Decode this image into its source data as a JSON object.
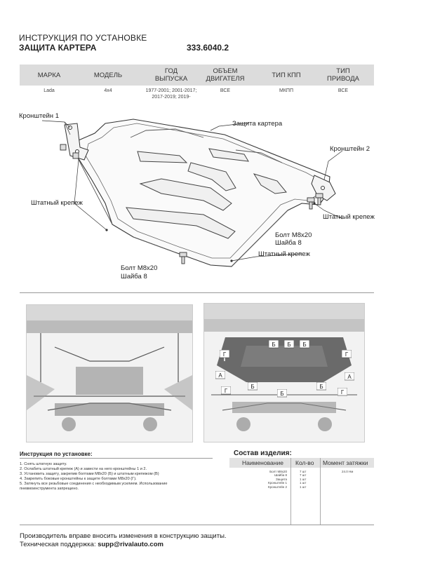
{
  "header": {
    "title": "ИНСТРУКЦИЯ ПО УСТАНОВКЕ",
    "product": "ЗАЩИТА КАРТЕРА",
    "code": "333.6040.2"
  },
  "spec_table": {
    "columns": [
      "МАРКА",
      "МОДЕЛЬ",
      "ГОД ВЫПУСКА",
      "ОБЪЕМ ДВИГАТЕЛЯ",
      "ТИП КПП",
      "ТИП ПРИВОДА"
    ],
    "values": [
      "Lada",
      "4x4",
      "1977-2001; 2001-2017; 2017-2019; 2019-",
      "ВСЕ",
      "МКПП",
      "ВСЕ"
    ]
  },
  "diagram": {
    "labels": {
      "bracket1": "Кронштейн 1",
      "guard": "Защита картера",
      "bracket2": "Кронштейн 2",
      "std_mount_left": "Штатный крепеж",
      "std_mount_right": "Штатный крепеж",
      "std_mount_bottom": "Штатный крепеж",
      "bolt_right_1": "Болт М8х20",
      "bolt_right_2": "Шайба 8",
      "bolt_bottom_1": "Болт М8х20",
      "bolt_bottom_2": "Шайба 8"
    }
  },
  "photos": {
    "markers": [
      "Г",
      "Б",
      "Б",
      "Б",
      "Г",
      "А",
      "Б",
      "Г",
      "А",
      "Г",
      "Б",
      "Б"
    ]
  },
  "instructions": {
    "title": "Инструкция по установке:",
    "steps": [
      "1. Снять штатную защиту.",
      "2. Ослабить штатный крепеж (А) и завести на него кронштейны 1 и 2.",
      "3. Установить защиту, закрепив болтами М8х20 (Б) и штатным крепежом (В)",
      "4. Закрепить боковые кронштейны к защите болтами М8х20 (Г).",
      "5. Затянуть все резьбовые соединения с необходимым усилием. Использование",
      "пневмоинструмента запрещено."
    ]
  },
  "components": {
    "title": "Состав изделия:",
    "headers": [
      "Наименование",
      "Кол-во",
      "Момент затяжки"
    ],
    "rows": [
      {
        "name": "Болт М8х20",
        "qty": "7 шт",
        "torque": "24.0 Нм"
      },
      {
        "name": "Шайба 8",
        "qty": "7 шт",
        "torque": ""
      },
      {
        "name": "Защита",
        "qty": "1 шт",
        "torque": ""
      },
      {
        "name": "Кронштейн 1",
        "qty": "1 шт",
        "torque": ""
      },
      {
        "name": "Кронштейн 2",
        "qty": "1 шт",
        "torque": ""
      }
    ]
  },
  "footer": {
    "line1": "Производитель вправе вносить изменения в конструкцию защиты.",
    "support_label": "Техническая поддержка:",
    "support_email": "supp@rivalauto.com"
  }
}
